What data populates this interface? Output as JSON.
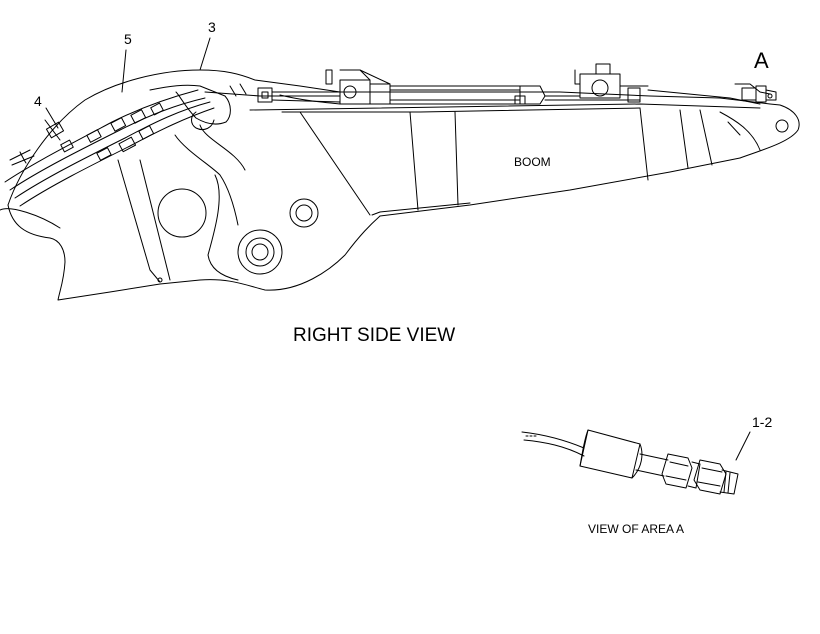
{
  "callouts": {
    "c3": "3",
    "c4": "4",
    "c5": "5",
    "c12": "1-2",
    "area": "A"
  },
  "labels": {
    "boom": "BOOM",
    "main_view": "RIGHT SIDE VIEW",
    "detail_view": "VIEW OF AREA  A"
  }
}
